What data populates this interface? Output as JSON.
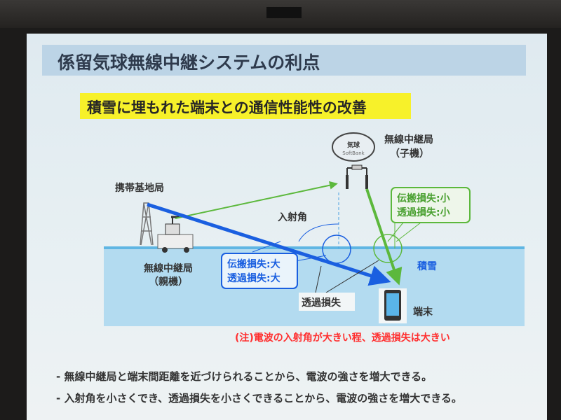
{
  "slide": {
    "title": "係留気球無線中継システムの利点",
    "subtitle": "積雪に埋もれた端末との通信性能性の改善",
    "labels": {
      "base_station": "携帯基地局",
      "relay_parent_1": "無線中継局",
      "relay_parent_2": "（親機）",
      "relay_child_1": "無線中継局",
      "relay_child_2": "（子機）",
      "balloon_1": "気球",
      "balloon_2": "SoftBank",
      "incidence_angle": "入射角",
      "snow": "積雪",
      "terminal": "端末",
      "transmission_loss": "透過損失",
      "blue_box_1": "伝搬損失:大",
      "blue_box_2": "透過損失:大",
      "green_box_1": "伝搬損失:小",
      "green_box_2": "透過損失:小"
    },
    "note": "(注)電波の入射角が大きい程、透過損失は大きい",
    "bullets": [
      "-  無線中継局と端末間距離を近づけられることから、電波の強さを増大できる。",
      "- 入射角を小さくでき、透過損失を小さくできることから、電波の強さを増大できる。"
    ],
    "colors": {
      "blue": "#1a5fe0",
      "green": "#5cb83c",
      "yellow": "#f7f12a",
      "note_red": "#ff2f2f",
      "snow": "#b3dbf0"
    }
  }
}
